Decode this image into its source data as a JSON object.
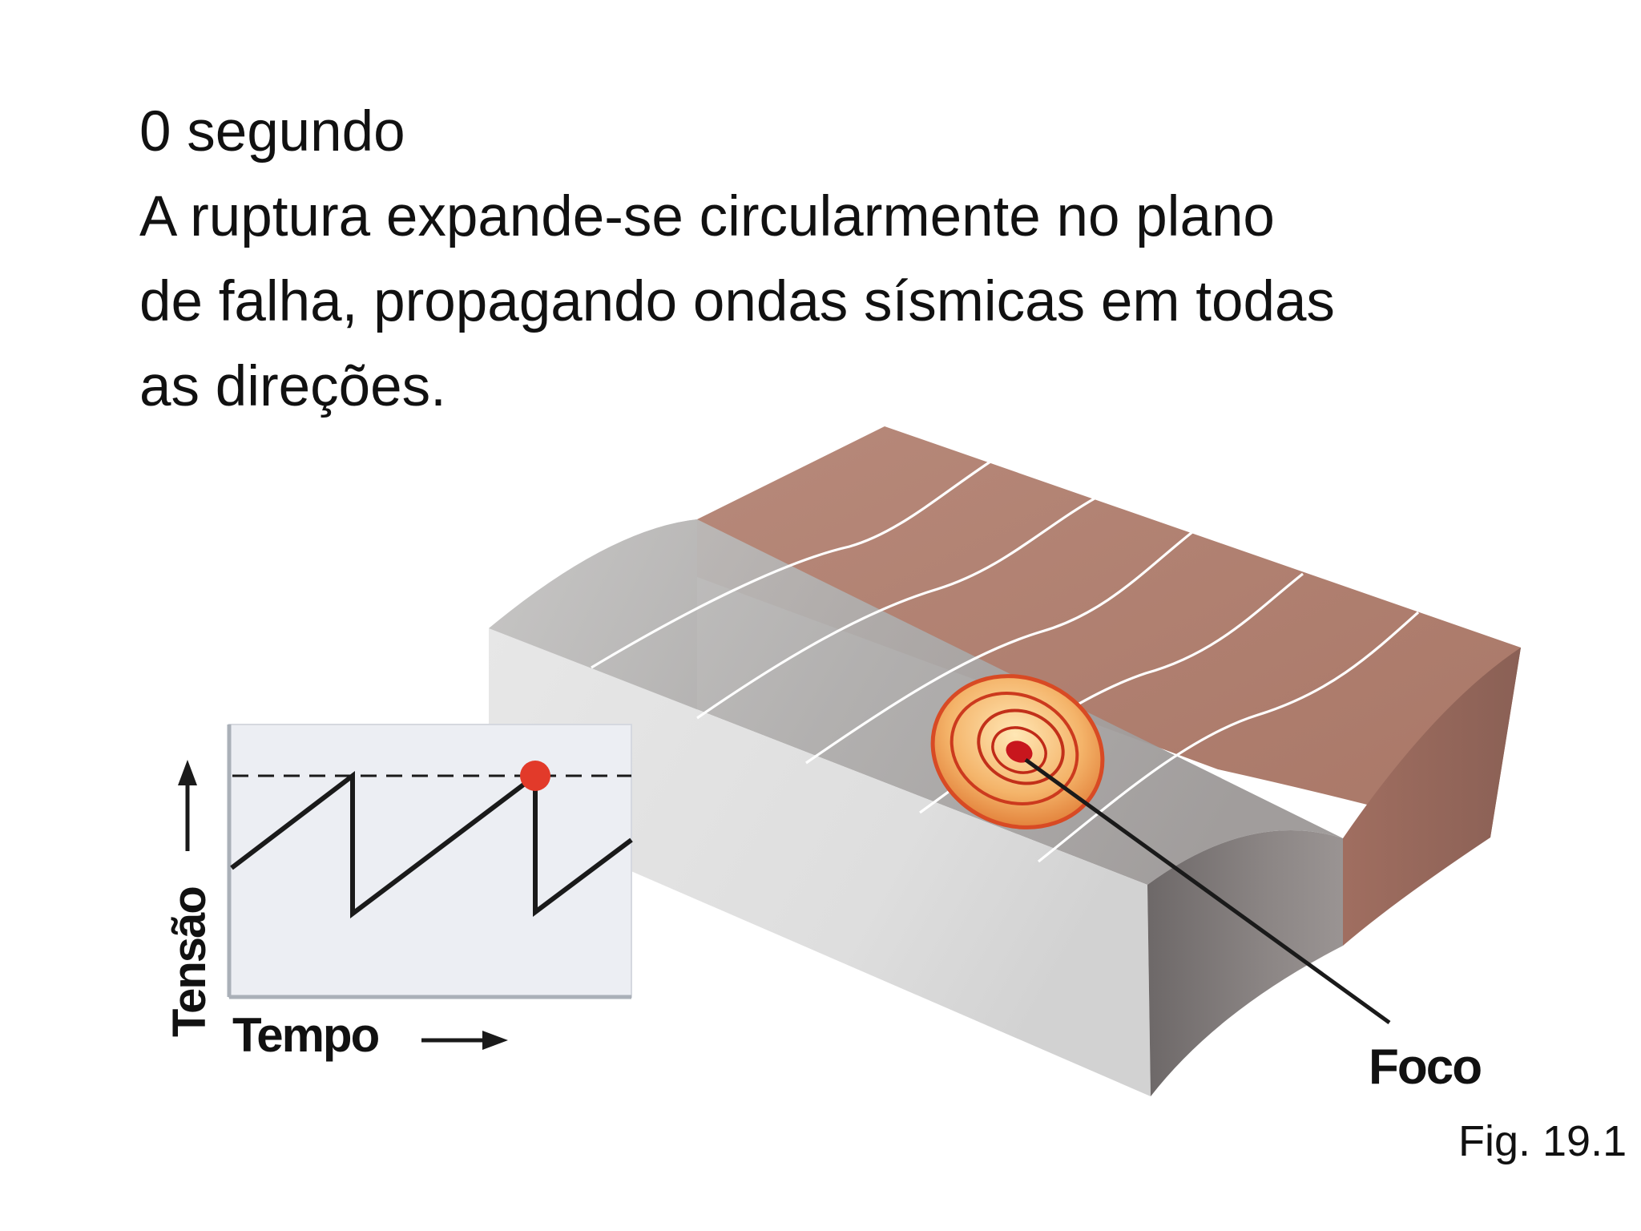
{
  "caption": {
    "title": "0 segundo",
    "lines": [
      "A ruptura expande-se circularmente no plano",
      "de falha, propagando ondas sísmicas em todas",
      "as direções."
    ]
  },
  "inset_graph": {
    "y_axis_label": "Tensão",
    "x_axis_label": "Tempo",
    "colors": {
      "background": "#eceef3",
      "line": "#1a1a1a",
      "marker": "#e23a2a"
    }
  },
  "block": {
    "focus_label": "Foco",
    "colors": {
      "fault_plane": "#b38272",
      "top_face": "#a7a5a4",
      "front_face": "#e4e4e4",
      "rupture_outer": "#e86a2a",
      "rupture_core": "#c8161d"
    }
  },
  "figure_number": "Fig. 19.1"
}
